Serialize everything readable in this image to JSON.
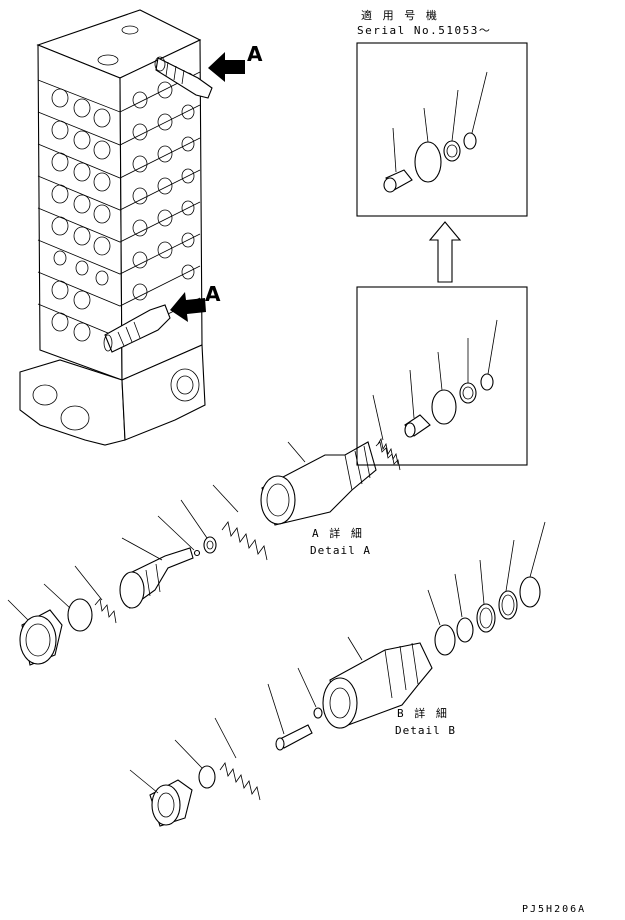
{
  "serial_box": {
    "title": "適 用 号 機",
    "serial": "Serial No.51053～"
  },
  "arrow_labels": [
    "A",
    "A"
  ],
  "detail_a": {
    "ja": "A 詳 細",
    "en": "Detail A"
  },
  "detail_b": {
    "ja": "B 詳 細",
    "en": "Detail B"
  },
  "drawing_code": "PJ5H206A"
}
